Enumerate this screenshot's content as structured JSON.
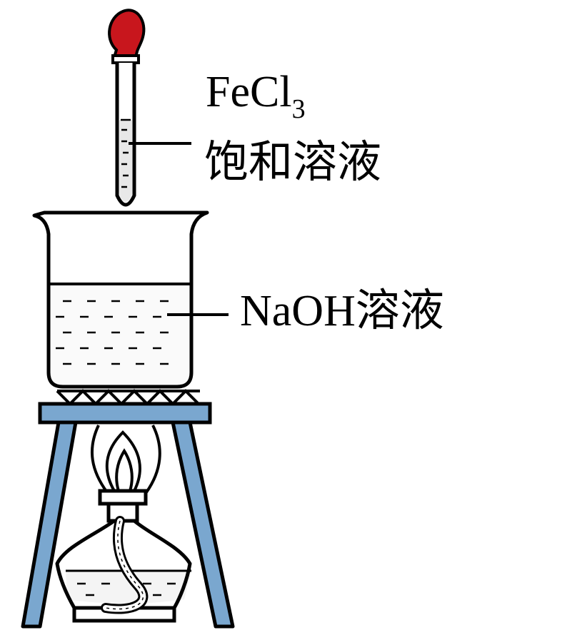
{
  "labels": {
    "reagent_formula": "FeCl",
    "reagent_subscript": "3",
    "reagent_desc": "饱和溶液",
    "solution_formula": "NaOH",
    "solution_desc": "溶液"
  },
  "colors": {
    "stroke": "#000000",
    "dropper_bulb": "#c8161d",
    "tripod": "#7aa7cf",
    "liquid_fill": "#f0f0f0"
  },
  "icons": {
    "dropper": "dropper-icon",
    "beaker": "beaker-icon",
    "tripod": "tripod-icon",
    "burner": "alcohol-lamp-icon"
  }
}
